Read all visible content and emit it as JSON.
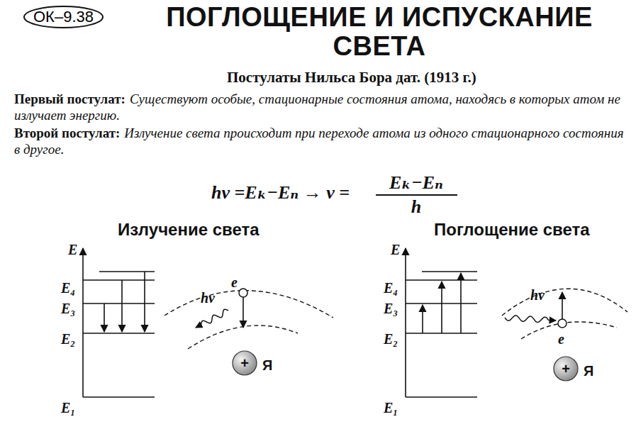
{
  "diagram": {
    "title": "ПОГЛОЩЕНИЕ И ИСПУСКАНИЕ СВЕТА",
    "nodes": [
      {
        "text": [
          "ОК–9.38"
        ]
      }
    ],
    "labels": [
      "Постулаты Нильса Бора дат. (1913 г.)",
      "Первый постулат:",
      "Существуют особые, стационарные состояния атома, находясь в которых атом не излучает энергию.",
      "Второй постулат:",
      "Излучение света происходит при переходе атома из одного стационарного состояния в другое.",
      "hν =Eₖ−Eₙ → ν =",
      "Eₖ−Eₙ",
      "h",
      "Излучение света",
      "Поглощение света",
      "E",
      "E₄",
      "E₃",
      "E₂",
      "E₁",
      "e",
      "hν",
      "+",
      "Я",
      "E",
      "E₄",
      "E₃",
      "E₂",
      "E₁",
      "hν",
      "e",
      "+",
      "Я"
    ]
  }
}
